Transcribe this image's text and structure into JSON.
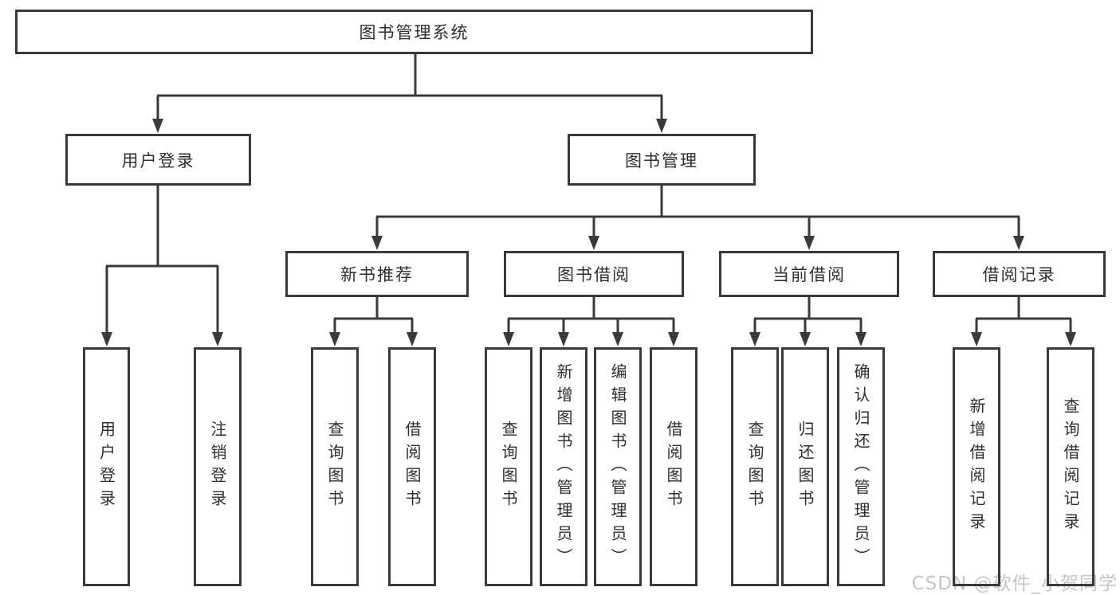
{
  "diagram": {
    "root": "图书管理系统",
    "level2": {
      "user_login": "用户登录",
      "book_management": "图书管理"
    },
    "level3": {
      "new_book_recommend": "新书推荐",
      "book_borrowing": "图书借阅",
      "current_borrowing": "当前借阅",
      "borrowing_records": "借阅记录"
    },
    "leaves": {
      "user_login": [
        "用户登录",
        "注销登录"
      ],
      "new_book_recommend": [
        "查询图书",
        "借阅图书"
      ],
      "book_borrowing": [
        "查询图书",
        "新增图书（管理员）",
        "编辑图书（管理员）",
        "借阅图书"
      ],
      "current_borrowing": [
        "查询图书",
        "归还图书",
        "确认归还（管理员）"
      ],
      "borrowing_records": [
        "新增借阅记录",
        "查询借阅记录"
      ]
    }
  },
  "watermark": {
    "text": "CSDN @软件_小贺同学"
  },
  "colors": {
    "line": "#3a3a3a",
    "border": "#3a3a3a",
    "text": "#2f2f2f",
    "watermark": "#c6c6c6",
    "background": "#ffffff"
  }
}
